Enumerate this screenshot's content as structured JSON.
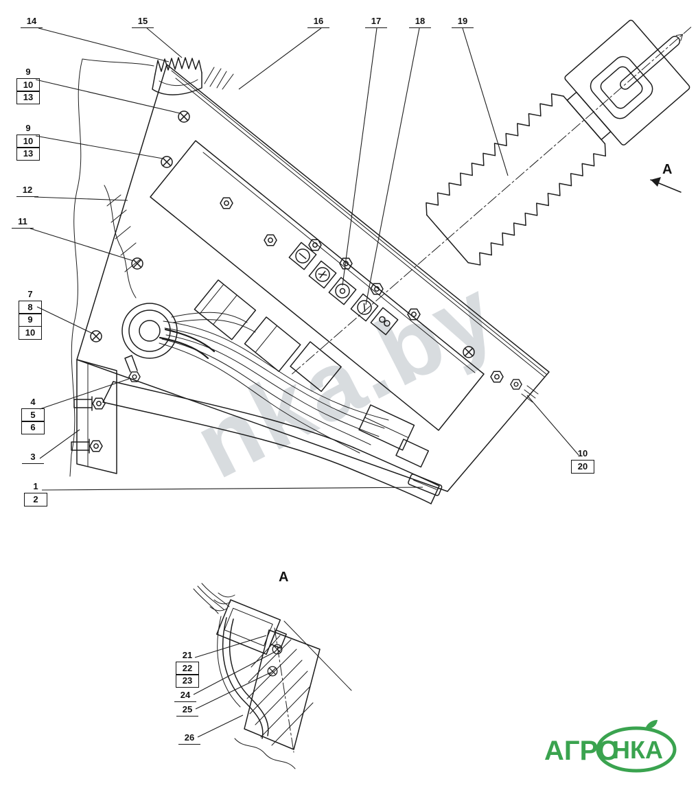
{
  "callouts": {
    "top_row": [
      "14",
      "15",
      "16",
      "17",
      "18",
      "19"
    ],
    "stack_a": [
      "9",
      "10",
      "13"
    ],
    "stack_b": [
      "9",
      "10",
      "13"
    ],
    "item_12": "12",
    "item_11": "11",
    "stack_c": [
      "7",
      "8",
      "9",
      "10"
    ],
    "stack_d": [
      "4",
      "5",
      "6"
    ],
    "item_3": "3",
    "stack_e": [
      "1",
      "2"
    ],
    "stack_right": [
      "10",
      "20"
    ],
    "stack_f": [
      "21",
      "22",
      "23"
    ],
    "item_24": "24",
    "item_25": "25",
    "item_26": "26"
  },
  "view": {
    "arrow_label": "A",
    "detail_label": "A"
  },
  "watermark": "nka.by",
  "logo": {
    "left": "АГРО",
    "right": "НКА"
  },
  "colors": {
    "line": "#1c1c1c",
    "watermark": "#a9b2ba",
    "logo_green": "#3aa34f"
  }
}
